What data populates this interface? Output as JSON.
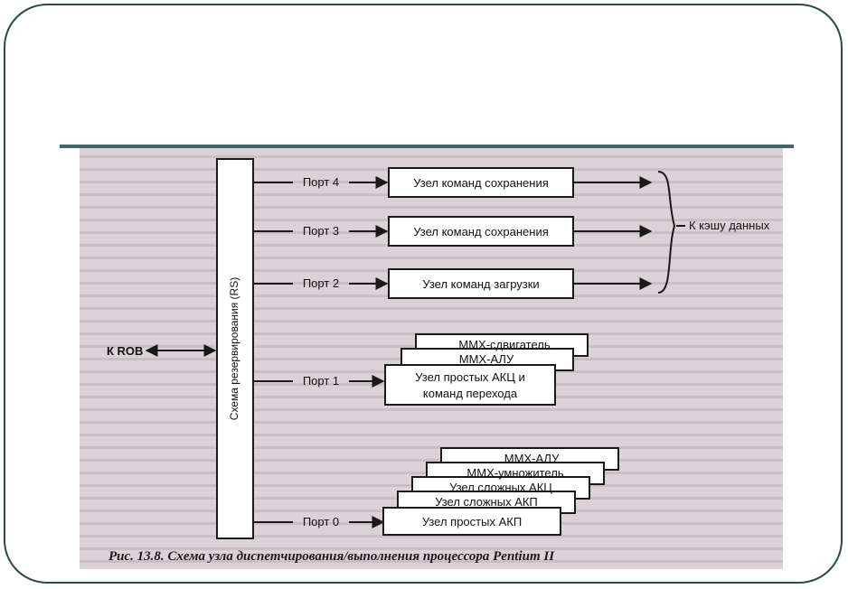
{
  "diagram": {
    "rs_label": "Схема резервирования (RS)",
    "rob_label": "К ROB",
    "cache_label": "К кэшу данных",
    "ports": {
      "p4": "Порт 4",
      "p3": "Порт 3",
      "p2": "Порт 2",
      "p1": "Порт 1",
      "p0": "Порт 0"
    },
    "units": {
      "store1": "Узел команд сохранения",
      "store2": "Узел команд сохранения",
      "load": "Узел команд загрузки",
      "mmx_shift": "MMX-сдвигатель",
      "mmx_alu1": "MMX-АЛУ",
      "simple_fp_jump_line1": "Узел простых АКЦ и",
      "simple_fp_jump_line2": "команд перехода",
      "mmx_alu0": "MMX-АЛУ",
      "mmx_mul": "MMX-умножитель",
      "complex_fx": "Узел сложных АКЦ",
      "complex_fp": "Узел сложных АКП",
      "simple_fp": "Узел простых АКП"
    },
    "caption": "Рис. 13.8. Схема узла диспетчирования/выполнения процессора Pentium II"
  }
}
